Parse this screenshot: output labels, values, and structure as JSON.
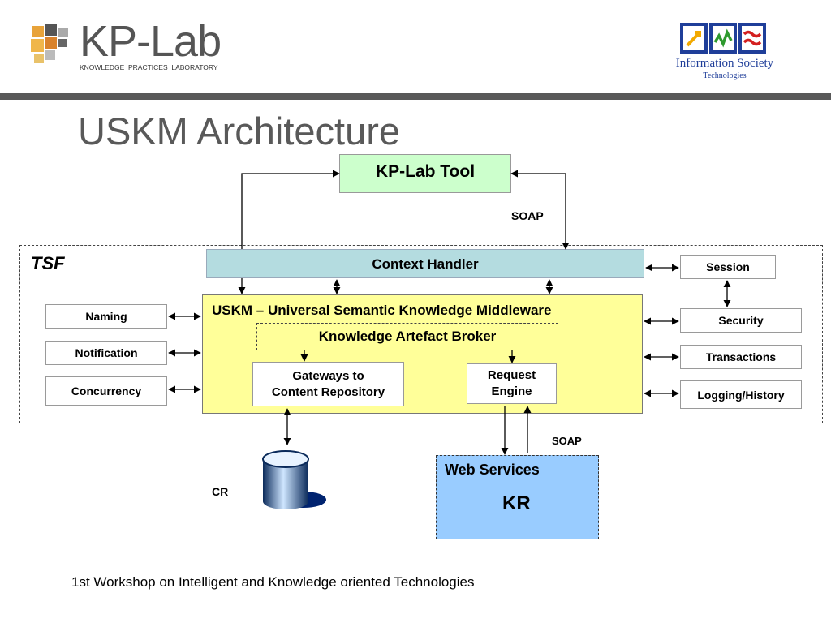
{
  "header": {
    "logo_main": "KP-Lab",
    "logo_sub": "KNOWLEDGE  PRACTICES  LABORATORY",
    "ist_line1": "Information Society",
    "ist_line2": "Technologies"
  },
  "slide_title": "USKM Architecture",
  "diagram": {
    "kp_lab_tool": "KP-Lab Tool",
    "soap_top": "SOAP",
    "tsf_label": "TSF",
    "context_handler": "Context Handler",
    "uskm_title": "USKM – Universal Semantic Knowledge Middleware",
    "broker": "Knowledge Artefact Broker",
    "gateways_line1": "Gateways to",
    "gateways_line2": "Content Repository",
    "request_line1": "Request",
    "request_line2": "Engine",
    "left_services": [
      "Naming",
      "Notification",
      "Concurrency"
    ],
    "right_services": [
      "Session",
      "Security",
      "Transactions",
      "Logging/History"
    ],
    "cr_label": "CR",
    "soap_bottom": "SOAP",
    "web_services": "Web Services",
    "kr": "KR"
  },
  "footer": "1st Workshop on Intelligent and Knowledge oriented Technologies",
  "colors": {
    "tool_fill": "#ccffcc",
    "context_fill": "#b4dce0",
    "uskm_fill": "#ffff99",
    "kr_fill": "#99ccff",
    "divider": "#595959",
    "title": "#595959"
  }
}
